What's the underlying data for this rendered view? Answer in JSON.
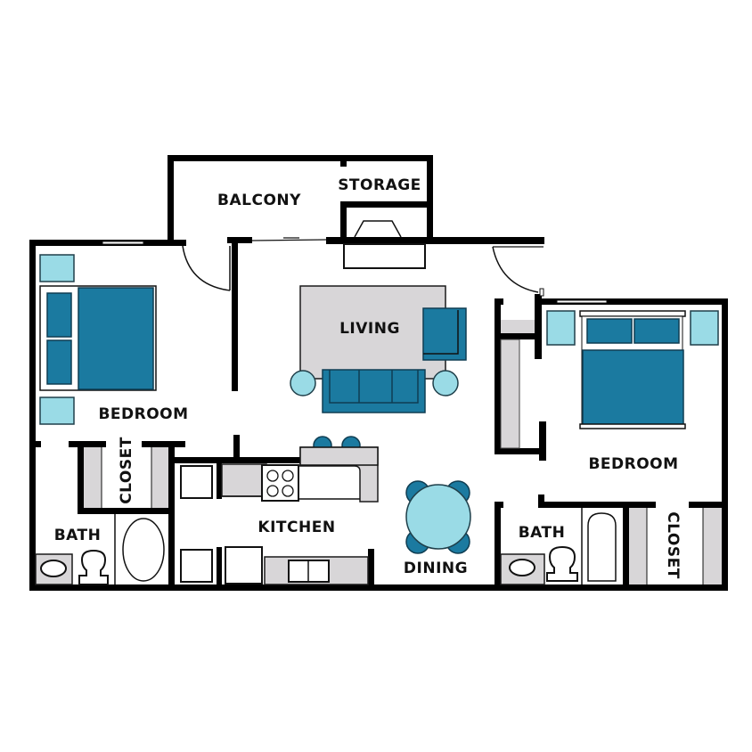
{
  "floorplan": {
    "rooms": {
      "balcony": "BALCONY",
      "storage": "STORAGE",
      "living": "LIVING",
      "bedroom_left": "BEDROOM",
      "bedroom_right": "BEDROOM",
      "closet_left": "CLOSET",
      "closet_right": "CLOSET",
      "bath_left": "BATH",
      "bath_right": "BATH",
      "kitchen": "KITCHEN",
      "dining": "DINING"
    },
    "colors": {
      "wall": "#000000",
      "furniture_dark": "#1b7aa0",
      "furniture_light": "#9adbe6",
      "fixture_grey": "#d8d6d8",
      "background": "#ffffff"
    }
  }
}
